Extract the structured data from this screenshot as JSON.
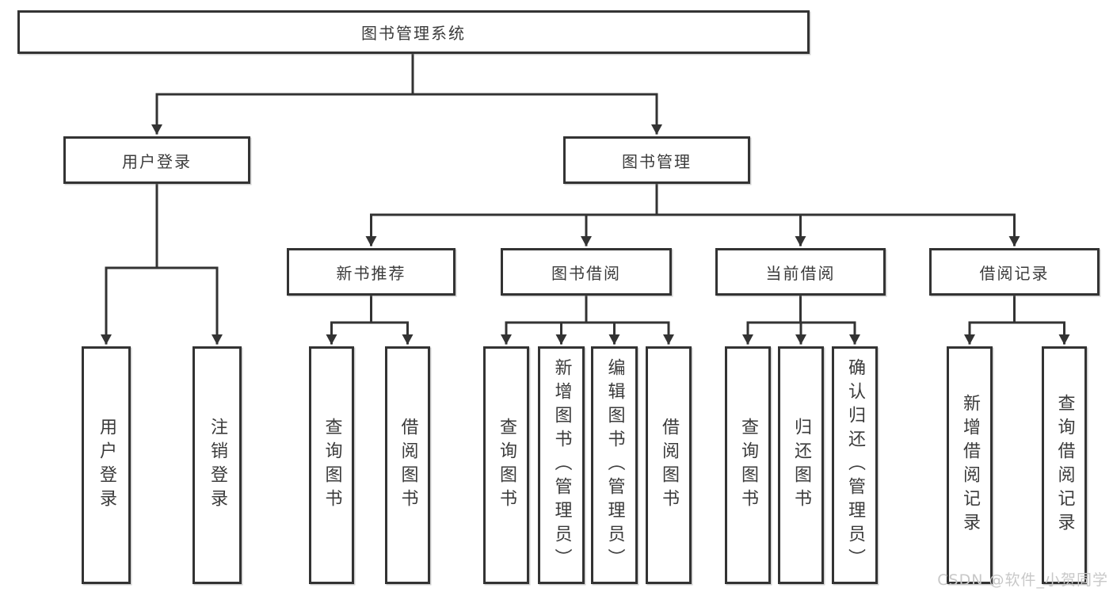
{
  "colors": {
    "line": "#333333",
    "text": "#3b3b3b",
    "background": "#ffffff",
    "watermark": "#c8c8c8"
  },
  "watermark": {
    "text": "CSDN @软件_小贺同学"
  },
  "diagram": {
    "root": {
      "label": "图书管理系统"
    },
    "level2": [
      {
        "label": "用户登录"
      },
      {
        "label": "图书管理"
      }
    ],
    "level3": [
      {
        "label": "新书推荐"
      },
      {
        "label": "图书借阅"
      },
      {
        "label": "当前借阅"
      },
      {
        "label": "借阅记录"
      }
    ],
    "leaves": {
      "user_login": [
        {
          "label": "用户登录"
        },
        {
          "label": "注销登录"
        }
      ],
      "new_book_recommend": [
        {
          "label": "查询图书"
        },
        {
          "label": "借阅图书"
        }
      ],
      "book_borrow": [
        {
          "label": "查询图书"
        },
        {
          "label": "新增图书（管理员）"
        },
        {
          "label": "编辑图书（管理员）"
        },
        {
          "label": "借阅图书"
        }
      ],
      "current_borrow": [
        {
          "label": "查询图书"
        },
        {
          "label": "归还图书"
        },
        {
          "label": "确认归还（管理员）"
        }
      ],
      "borrow_record": [
        {
          "label": "新增借阅记录"
        },
        {
          "label": "查询借阅记录"
        }
      ]
    }
  }
}
